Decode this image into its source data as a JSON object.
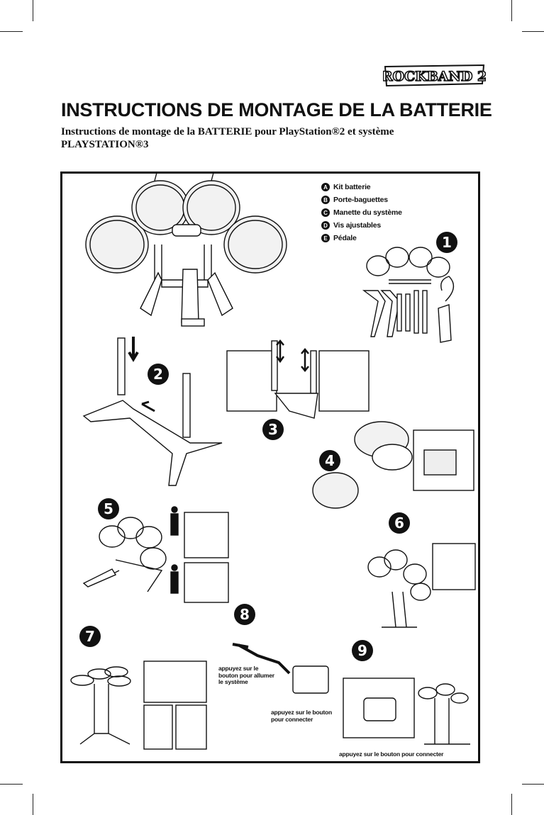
{
  "header": {
    "logo_text": "ROCKBAND 2",
    "title": "INSTRUCTIONS DE MONTAGE DE LA BATTERIE",
    "subtitle": "Instructions de montage de la BATTERIE pour PlayStation®2 et système PLAYSTATION®3"
  },
  "legend": [
    {
      "letter": "A",
      "label": "Kit batterie"
    },
    {
      "letter": "B",
      "label": "Porte-baguettes"
    },
    {
      "letter": "C",
      "label": "Manette du système"
    },
    {
      "letter": "D",
      "label": "Vis ajustables"
    },
    {
      "letter": "E",
      "label": "Pédale"
    }
  ],
  "steps": [
    "1",
    "2",
    "3",
    "4",
    "5",
    "6",
    "7",
    "8",
    "9"
  ],
  "captions": {
    "press_power": "appuyez sur le bouton pour allumer le système",
    "press_connect": "appuyez sur le bouton pour connecter",
    "press_connect_bottom": "appuyez sur le bouton pour connecter"
  }
}
